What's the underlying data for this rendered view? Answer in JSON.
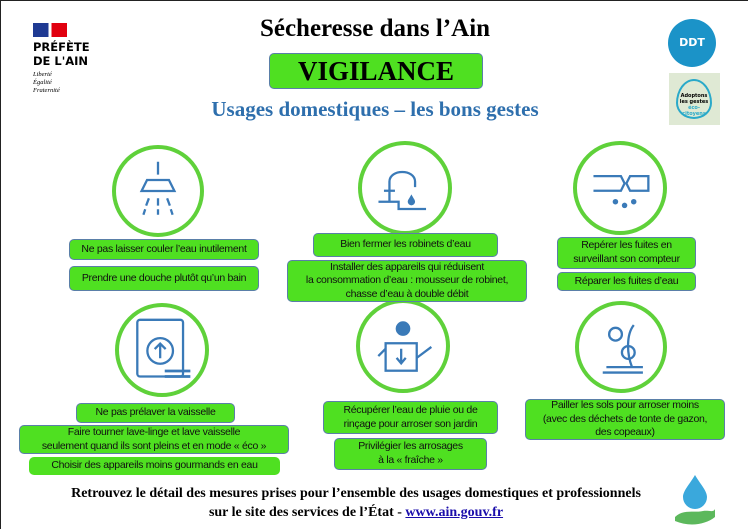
{
  "header": {
    "logo": {
      "line1": "PRÉFÈTE",
      "line2": "DE L'AIN",
      "motto": [
        "Liberté",
        "Égalité",
        "Fraternité"
      ]
    },
    "title": "Sécheresse dans l’Ain",
    "level": "VIGILANCE",
    "subtitle": "Usages domestiques – les bons gestes",
    "badge_text": [
      "Adoptons",
      "les gestes",
      "éco-citoyens"
    ],
    "ddt_logo": "DDT"
  },
  "colors": {
    "green": "#4fe021",
    "circle": "#5fd13a",
    "blue": "#2e6fad"
  },
  "tips": {
    "shower": [
      "Ne pas laisser couler l’eau inutilement",
      "Prendre une douche plutôt qu’un bain"
    ],
    "tap": [
      "Bien fermer les robinets d’eau",
      "Installer des appareils qui réduisent",
      "la consommation d’eau : mousseur de robinet,",
      "chasse d’eau à double débit"
    ],
    "leak": [
      "Repérer les fuites en",
      "surveillant son compteur",
      "Réparer les fuites d’eau"
    ],
    "machine": [
      "Ne pas prélaver la vaisselle",
      "Faire tourner lave-linge et lave vaisselle",
      "seulement quand ils sont pleins et en mode « éco »",
      "Choisir des appareils moins gourmands en eau"
    ],
    "rain": [
      "Récupérer l’eau de pluie ou de",
      "rinçage pour arroser son jardin",
      "Privilégier les arrosages",
      "à la « fraîche »"
    ],
    "mulch": [
      "Pailler les sols pour arroser moins",
      "(avec des déchets de tonte de gazon,",
      "des copeaux)"
    ]
  },
  "footer": {
    "line1": "Retrouvez le détail des mesures prises pour l’ensemble des usages domestiques et professionnels",
    "line2": "sur le site des services de l’État - ",
    "link": "www.ain.gouv.fr"
  }
}
